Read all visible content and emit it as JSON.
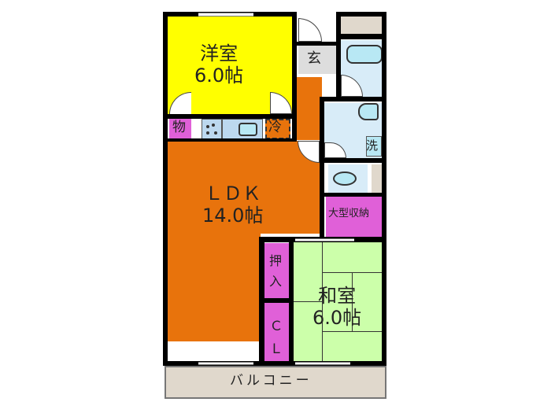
{
  "floorplan": {
    "rooms": {
      "western_room": {
        "name": "洋室",
        "size": "6.0帖",
        "color": "#ffff00"
      },
      "ldk": {
        "name": "ＬＤＫ",
        "size": "14.0帖",
        "color": "#e8730c"
      },
      "japanese_room": {
        "name": "和室",
        "size": "6.0帖",
        "color": "#ccffaa"
      },
      "entrance": {
        "name": "玄",
        "color": "#dddddd"
      },
      "storage_small": {
        "name": "物",
        "color": "#e060d8"
      },
      "fridge": {
        "name": "冷"
      },
      "large_storage": {
        "name": "大型収納",
        "color": "#e060d8"
      },
      "closet_oshiire": {
        "name": "押入",
        "color": "#e060d8"
      },
      "closet_cl": {
        "name": "ＣＬ",
        "color": "#e060d8"
      },
      "washer": {
        "name": "洗"
      },
      "balcony": {
        "name": "バルコニー",
        "color": "#e0d8cc"
      }
    },
    "colors": {
      "wall": "#000000",
      "wet_area": "#d8ecf8",
      "fixture": "#b8e8f4",
      "kitchen": "#bcd8ef",
      "beige": "#e0d8cc"
    }
  }
}
